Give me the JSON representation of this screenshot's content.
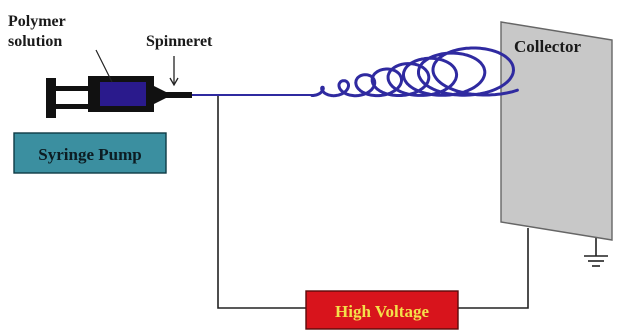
{
  "labels": {
    "polymer_line1": "Polymer",
    "polymer_line2": "solution",
    "spinneret": "Spinneret",
    "collector": "Collector",
    "syringe_pump": "Syringe Pump",
    "high_voltage": "High Voltage"
  },
  "colors": {
    "pump_box": "#3b8fa0",
    "high_voltage_box": "#d8141c",
    "high_voltage_text": "#f4e04a",
    "collector_plate": "#c8c8c8",
    "solution": "#2a1a8c",
    "jet": "#2f2aa0",
    "syringe_body": "#111111",
    "wire": "#222222"
  },
  "icons": [
    "syringe-icon",
    "spinneret-arrow-icon",
    "ground-icon"
  ]
}
